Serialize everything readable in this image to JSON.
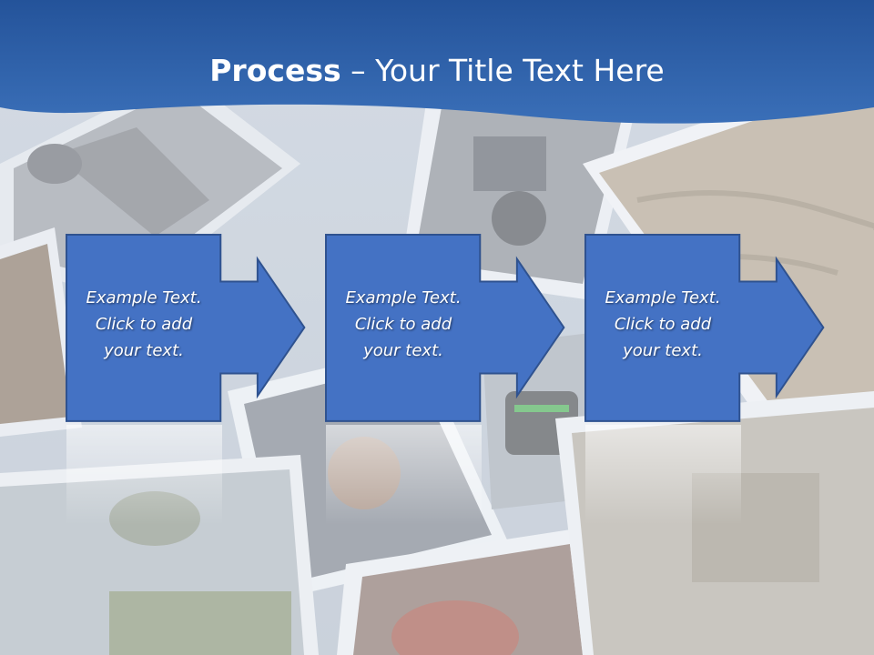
{
  "slide": {
    "title_bold": "Process",
    "title_rest": " – Your Title Text Here",
    "colors": {
      "header_blue": "#2a5ea7",
      "box_blue": "#4472c4",
      "box_border": "#2f528f",
      "text": "#ffffff"
    }
  },
  "steps": [
    {
      "line1": "Example Text.",
      "line2": "Click  to add",
      "line3": "your text."
    },
    {
      "line1": "Example Text.",
      "line2": "Click  to add",
      "line3": "your text."
    },
    {
      "line1": "Example Text.",
      "line2": "Click  to add",
      "line3": "your text."
    }
  ]
}
